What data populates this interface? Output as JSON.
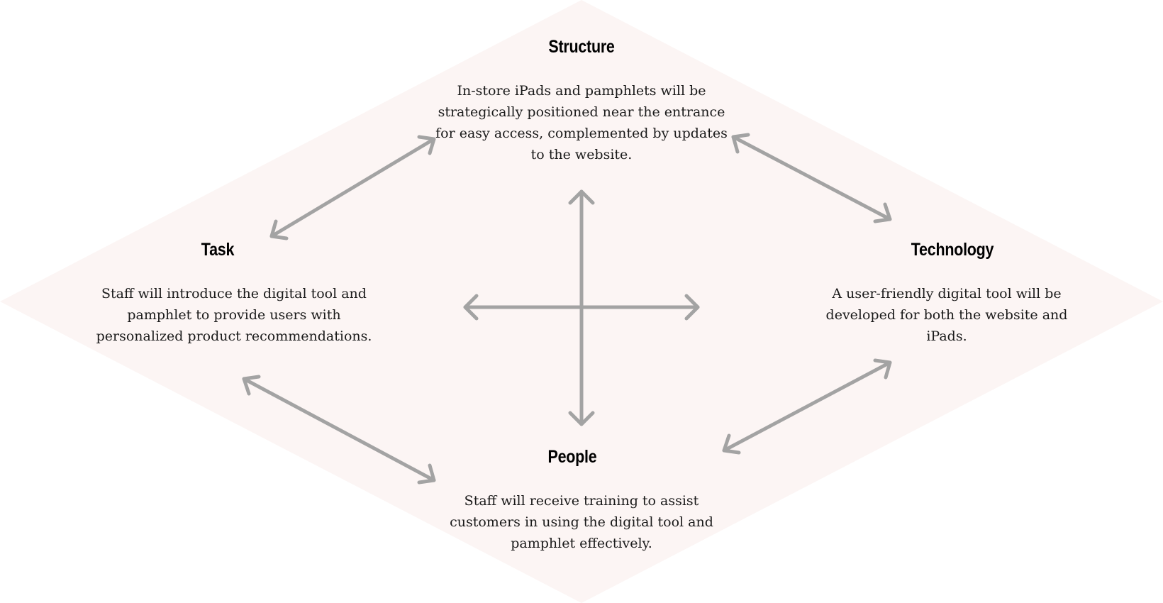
{
  "colors": {
    "diamond_fill": "#fcf5f4",
    "arrow": "#a3a3a3",
    "heading": "#000000",
    "text": "#1a1a1a"
  },
  "nodes": {
    "structure": {
      "title": "Structure",
      "text": "In-store iPads and pamphlets will be strategically positioned near the entrance for easy access, complemented by updates to the website."
    },
    "task": {
      "title": "Task",
      "text": "Staff will introduce the digital tool and pamphlet to provide users with personalized product recommendations."
    },
    "technology": {
      "title": "Technology",
      "text": "A user-friendly digital tool will be developed for both the website and iPads."
    },
    "people": {
      "title": "People",
      "text": "Staff will receive training to assist customers in using the digital tool and pamphlet effectively."
    }
  },
  "connections": [
    {
      "from": "task",
      "to": "structure",
      "type": "bidirectional"
    },
    {
      "from": "structure",
      "to": "technology",
      "type": "bidirectional"
    },
    {
      "from": "technology",
      "to": "people",
      "type": "bidirectional"
    },
    {
      "from": "people",
      "to": "task",
      "type": "bidirectional"
    },
    {
      "from": "structure",
      "to": "people",
      "type": "bidirectional"
    },
    {
      "from": "task",
      "to": "technology",
      "type": "bidirectional"
    }
  ]
}
